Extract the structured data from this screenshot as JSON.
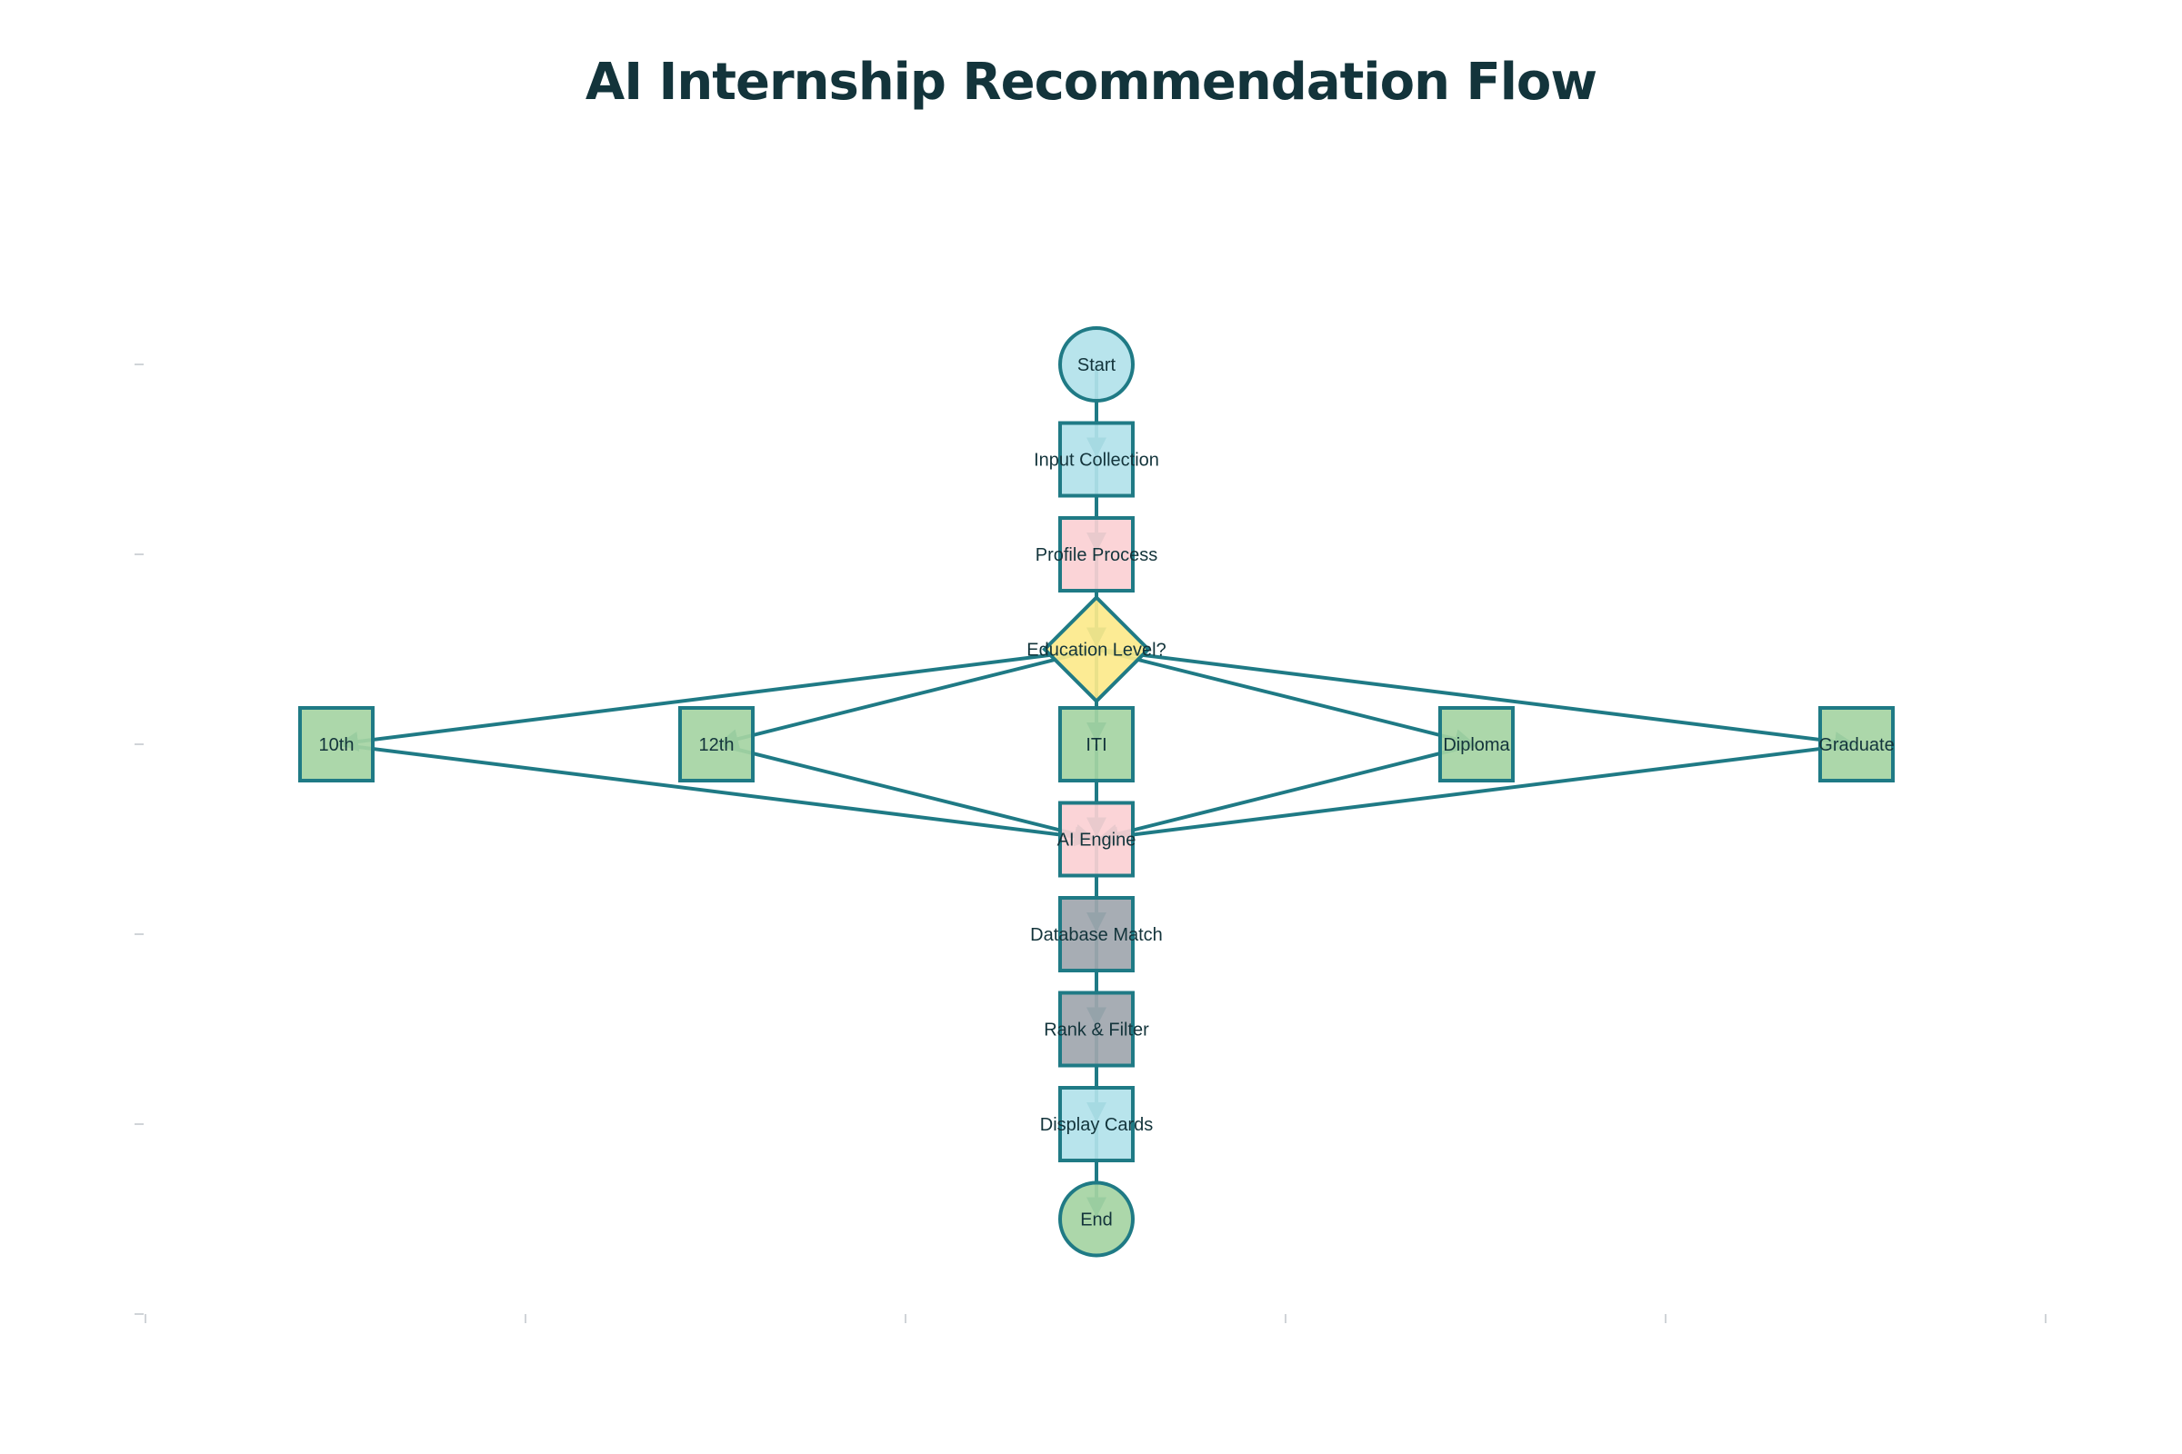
{
  "title": "AI Internship Recommendation Flow",
  "colors": {
    "stroke": "#1f7a85",
    "light_blue": "#b2e2ea",
    "pink": "#fbd0d4",
    "yellow": "#fce98b",
    "green": "#a5d4a3",
    "gray": "#a0a6ae",
    "title": "#13343b",
    "axis": "#d0d4d8"
  },
  "nodes": [
    {
      "id": "start",
      "label": "Start",
      "shape": "circle",
      "fill": "light_blue",
      "col": 0,
      "row": 0
    },
    {
      "id": "input",
      "label": "Input Collection",
      "shape": "square",
      "fill": "light_blue",
      "col": 0,
      "row": 1
    },
    {
      "id": "profile",
      "label": "Profile Process",
      "shape": "square",
      "fill": "pink",
      "col": 0,
      "row": 2
    },
    {
      "id": "edu",
      "label": "Education Level?",
      "shape": "diamond",
      "fill": "yellow",
      "col": 0,
      "row": 3
    },
    {
      "id": "tenth",
      "label": "10th",
      "shape": "square",
      "fill": "green",
      "col": -2,
      "row": 4
    },
    {
      "id": "twelfth",
      "label": "12th",
      "shape": "square",
      "fill": "green",
      "col": -1,
      "row": 4
    },
    {
      "id": "iti",
      "label": "ITI",
      "shape": "square",
      "fill": "green",
      "col": 0,
      "row": 4
    },
    {
      "id": "diploma",
      "label": "Diploma",
      "shape": "square",
      "fill": "green",
      "col": 1,
      "row": 4
    },
    {
      "id": "graduate",
      "label": "Graduate",
      "shape": "square",
      "fill": "green",
      "col": 2,
      "row": 4
    },
    {
      "id": "ai",
      "label": "AI Engine",
      "shape": "square",
      "fill": "pink",
      "col": 0,
      "row": 5
    },
    {
      "id": "db",
      "label": "Database Match",
      "shape": "square",
      "fill": "gray",
      "col": 0,
      "row": 6
    },
    {
      "id": "rank",
      "label": "Rank & Filter",
      "shape": "square",
      "fill": "gray",
      "col": 0,
      "row": 7
    },
    {
      "id": "display",
      "label": "Display Cards",
      "shape": "square",
      "fill": "light_blue",
      "col": 0,
      "row": 8
    },
    {
      "id": "end",
      "label": "End",
      "shape": "circle",
      "fill": "green",
      "col": 0,
      "row": 9
    }
  ],
  "edges": [
    [
      "start",
      "input"
    ],
    [
      "input",
      "profile"
    ],
    [
      "profile",
      "edu"
    ],
    [
      "edu",
      "tenth"
    ],
    [
      "edu",
      "twelfth"
    ],
    [
      "edu",
      "iti"
    ],
    [
      "edu",
      "diploma"
    ],
    [
      "edu",
      "graduate"
    ],
    [
      "tenth",
      "ai"
    ],
    [
      "twelfth",
      "ai"
    ],
    [
      "iti",
      "ai"
    ],
    [
      "diploma",
      "ai"
    ],
    [
      "graduate",
      "ai"
    ],
    [
      "ai",
      "db"
    ],
    [
      "db",
      "rank"
    ],
    [
      "rank",
      "display"
    ],
    [
      "display",
      "end"
    ]
  ]
}
